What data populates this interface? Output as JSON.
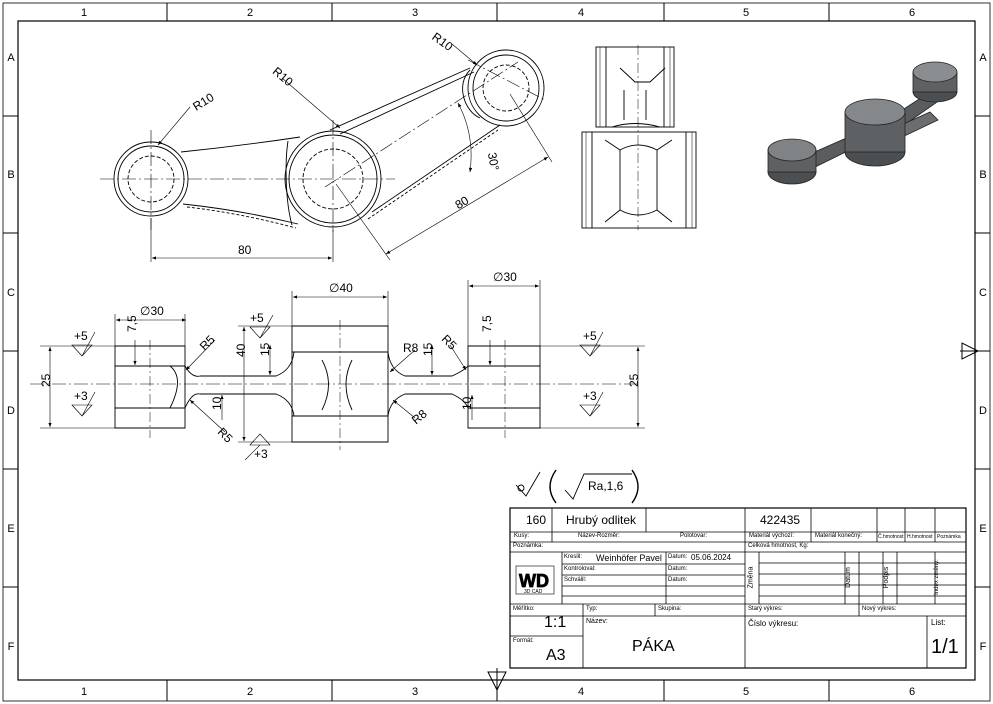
{
  "frame": {
    "columns": [
      "1",
      "2",
      "3",
      "4",
      "5",
      "6"
    ],
    "rows": [
      "A",
      "B",
      "C",
      "D",
      "E",
      "F"
    ]
  },
  "dimensions": {
    "top_view": {
      "r10_a": "R10",
      "r10_b": "R10",
      "r10_c": "R10",
      "angle": "30°",
      "len_horizontal": "80",
      "len_angled": "80"
    },
    "front_view": {
      "dia_left": "∅30",
      "dia_center": "∅40",
      "dia_right": "∅30",
      "t75_left": "7,5",
      "t75_right": "7,5",
      "h25_left": "25",
      "h25_right": "25",
      "h40": "40",
      "h15_left": "15",
      "h15_right": "15",
      "h10_left": "10",
      "h10_right": "10",
      "r5_upper": "R5",
      "r5_lower": "R5",
      "r5_right": "R5",
      "r8_upper": "R8",
      "r8_lower": "R8",
      "allow_p5_left": "+5",
      "allow_p3_left": "+3",
      "allow_p5_top": "+5",
      "allow_p3_bottom": "+3",
      "allow_p5_right": "+5",
      "allow_p3_right": "+3"
    }
  },
  "surface_note": {
    "roughness": "Ra,1,6"
  },
  "title_block": {
    "qty": "160",
    "name": "Hrubý odlitek",
    "number": "422435",
    "h_kusy": "Kusy:",
    "h_nazev_rozmer": "Název-Rozměr:",
    "h_polotovar": "Polotovar:",
    "h_mat_vychozi": "Materiál výchozí:",
    "h_mat_konecny": "Materiál konečný:",
    "h_c_hmot": "Č.hmotnost",
    "h_h_hmot": "H.hmotnost",
    "h_poznamka_short": "Poznámka",
    "h_poznamka": "Poznámka:",
    "h_celk_hmot": "Celková hmotnost, Kg:",
    "lbl_kreslil": "Kreslil:",
    "val_kreslil": "Weinhöfer Pavel",
    "lbl_datum": "Datum:",
    "val_datum": "05.06.2024",
    "lbl_kontroloval": "Kontroloval:",
    "lbl_schvalil": "Schválil:",
    "lbl_zmena": "Změna",
    "lbl_datum_v": "Datum",
    "lbl_podpis": "Podpis",
    "lbl_index": "Index změny:",
    "logo_text": "WD",
    "logo_sub": "3D CAD",
    "lbl_meritko": "Měřítko:",
    "val_meritko": "1:1",
    "lbl_typ": "Typ:",
    "lbl_skupina": "Skupina:",
    "lbl_stary": "Starý výkres:",
    "lbl_novy": "Nový výkres:",
    "lbl_format": "Formát:",
    "val_format": "A3",
    "lbl_nazev": "Název:",
    "val_nazev": "PÁKA",
    "lbl_cislo": "Číslo výkresu:",
    "lbl_list": "List:",
    "val_list": "1/1"
  }
}
